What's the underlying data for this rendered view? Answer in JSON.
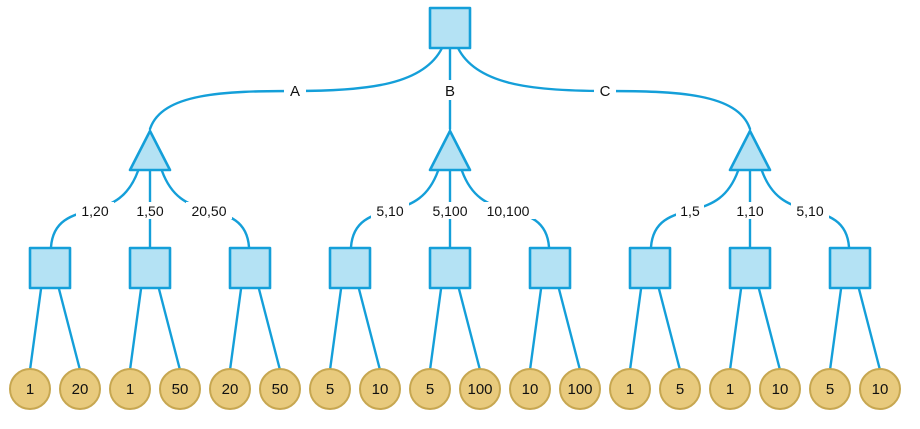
{
  "colors": {
    "edge_color": "#149fd9",
    "node_fill": "#b4e2f4",
    "leaf_fill": "#e8ca7d",
    "leaf_border": "#c7a751",
    "label_color": "#111111",
    "background": "#ffffff"
  },
  "tree": {
    "branches": [
      {
        "label": "A",
        "edges": [
          {
            "label": "1,20",
            "leaves": [
              "1",
              "20"
            ]
          },
          {
            "label": "1,50",
            "leaves": [
              "1",
              "50"
            ]
          },
          {
            "label": "20,50",
            "leaves": [
              "20",
              "50"
            ]
          }
        ]
      },
      {
        "label": "B",
        "edges": [
          {
            "label": "5,10",
            "leaves": [
              "5",
              "10"
            ]
          },
          {
            "label": "5,100",
            "leaves": [
              "5",
              "100"
            ]
          },
          {
            "label": "10,100",
            "leaves": [
              "10",
              "100"
            ]
          }
        ]
      },
      {
        "label": "C",
        "edges": [
          {
            "label": "1,5",
            "leaves": [
              "1",
              "5"
            ]
          },
          {
            "label": "1,10",
            "leaves": [
              "1",
              "10"
            ]
          },
          {
            "label": "5,10",
            "leaves": [
              "5",
              "10"
            ]
          }
        ]
      }
    ]
  }
}
